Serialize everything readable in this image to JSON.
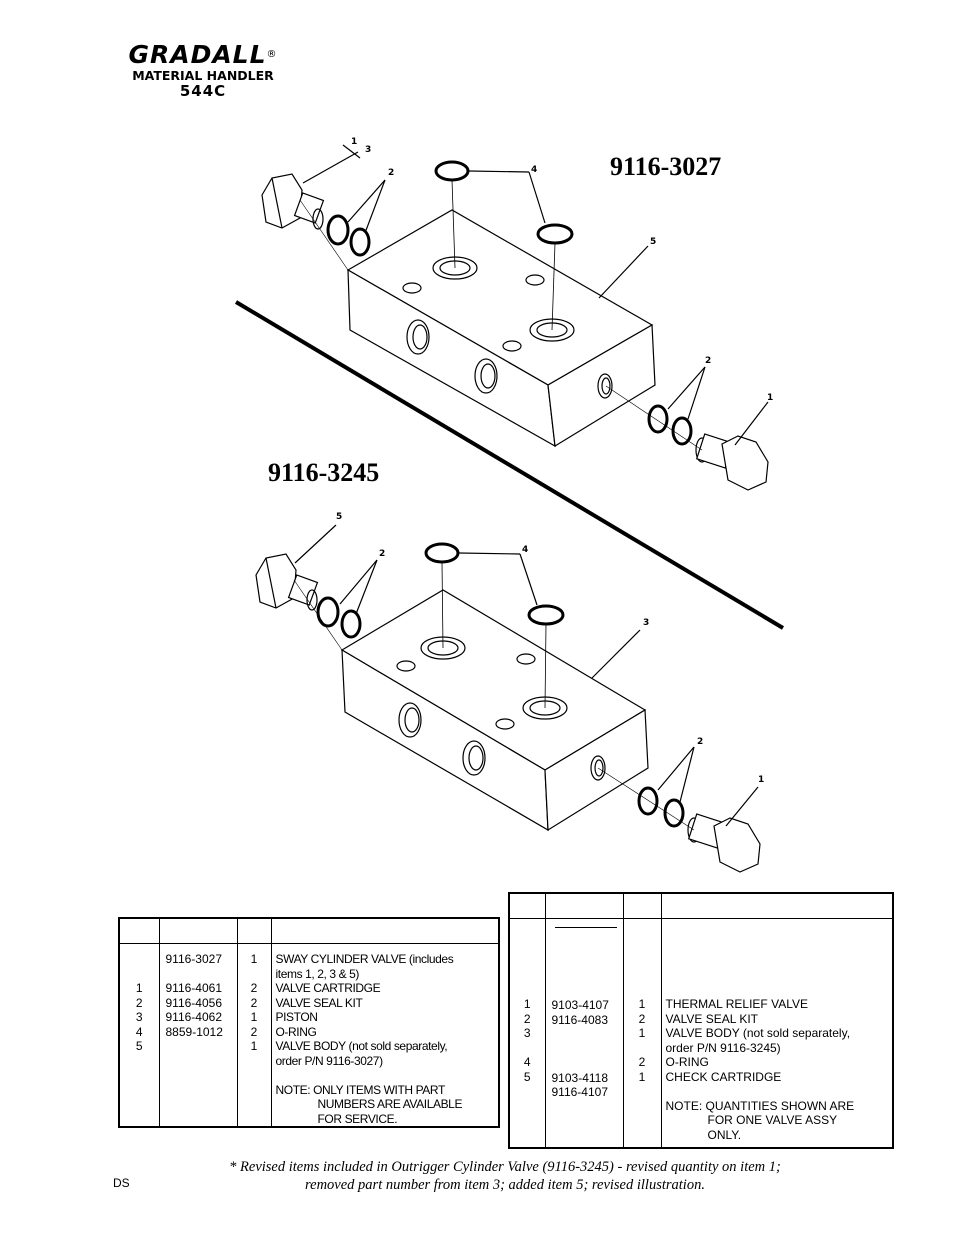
{
  "header": {
    "brand": "GRADALL",
    "registered_mark": "®",
    "subtitle": "MATERIAL HANDLER",
    "model": "544C"
  },
  "illustration": {
    "top_part_number": "9116-3027",
    "bottom_part_number": "9116-3245",
    "callouts_top": [
      "1",
      "3",
      "2",
      "4",
      "5",
      "2",
      "1"
    ],
    "callouts_bottom": [
      "5",
      "2",
      "4",
      "3",
      "2",
      "1"
    ]
  },
  "table_left": {
    "rows": [
      {
        "item": "",
        "part": "9116-3027",
        "qty": "1",
        "desc": "SWAY CYLINDER VALVE (includes"
      },
      {
        "item": "",
        "part": "",
        "qty": "",
        "desc": "items 1, 2, 3 & 5)"
      },
      {
        "item": "1",
        "part": "9116-4061",
        "qty": "2",
        "desc": "VALVE CARTRIDGE"
      },
      {
        "item": "2",
        "part": "9116-4056",
        "qty": "2",
        "desc": "VALVE SEAL KIT"
      },
      {
        "item": "3",
        "part": "9116-4062",
        "qty": "1",
        "desc": "PISTON"
      },
      {
        "item": "4",
        "part": "8859-1012",
        "qty": "2",
        "desc": "O-RING"
      },
      {
        "item": "5",
        "part": "",
        "qty": "1",
        "desc": "VALVE BODY (not sold separately,"
      },
      {
        "item": "",
        "part": "",
        "qty": "",
        "desc": "order P/N 9116-3027)"
      }
    ],
    "note_line1": "NOTE: ONLY ITEMS WITH PART",
    "note_line2": "NUMBERS ARE AVAILABLE",
    "note_line3": "FOR SERVICE."
  },
  "table_right": {
    "rows": [
      {
        "item": "1",
        "part": "9103-4107",
        "qty": "1",
        "desc": "THERMAL RELIEF VALVE"
      },
      {
        "item": "2",
        "part": "9116-4083",
        "qty": "2",
        "desc": "VALVE SEAL KIT"
      },
      {
        "item": "3",
        "part": "",
        "qty": "1",
        "desc": "VALVE BODY (not sold separately,"
      },
      {
        "item": "",
        "part": "",
        "qty": "",
        "desc": "order P/N 9116-3245)"
      },
      {
        "item": "4",
        "part": "9103-4118",
        "qty": "2",
        "desc": "O-RING"
      },
      {
        "item": "5",
        "part": "9116-4107",
        "qty": "1",
        "desc": "CHECK  CARTRIDGE"
      }
    ],
    "note_line1": "NOTE: QUANTITIES SHOWN ARE",
    "note_line2": "FOR ONE VALVE  ASSY",
    "note_line3": "ONLY."
  },
  "footnote": {
    "line1": "* Revised items included in Outrigger Cylinder Valve (9116-3245) - revised quantity on item 1;",
    "line2": "removed part number from item 3; added item 5; revised illustration."
  },
  "footer": {
    "code": "DS"
  }
}
